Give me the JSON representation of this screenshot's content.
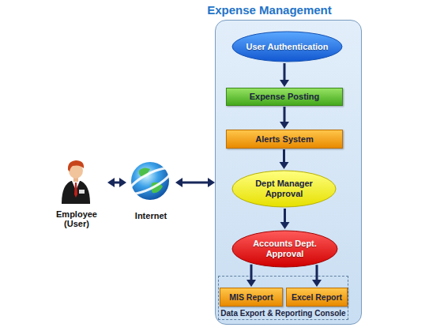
{
  "diagram": {
    "nodes": [
      {
        "text": [
          "Employee (User)"
        ]
      },
      {
        "text": [
          "Internet"
        ]
      },
      {
        "text": [
          "Expense Management"
        ]
      },
      {
        "text": [
          "User Authentication"
        ],
        "in": 2
      },
      {
        "text": [
          "Expense Posting"
        ],
        "in": 2
      },
      {
        "text": [
          "Alerts System"
        ],
        "in": 2
      },
      {
        "text": [
          "Dept Manager Approval"
        ],
        "in": 2
      },
      {
        "text": [
          "Accounts Dept. Approval"
        ],
        "in": 2
      },
      {
        "text": [
          "Data Export & Reporting Console"
        ],
        "in": 2
      },
      {
        "text": [
          "MIS Report"
        ],
        "in": 8
      },
      {
        "text": [
          "Excel Report"
        ],
        "in": 8
      }
    ],
    "edges": [
      {
        "from": 0,
        "to": 1,
        "arrow": "both"
      },
      {
        "from": 1,
        "to": 2,
        "arrow": "both"
      },
      {
        "from": 3,
        "to": 4,
        "arrow": "to"
      },
      {
        "from": 4,
        "to": 5,
        "arrow": "to"
      },
      {
        "from": 5,
        "to": 6,
        "arrow": "to"
      },
      {
        "from": 6,
        "to": 7,
        "arrow": "to"
      },
      {
        "from": 7,
        "to": 9,
        "arrow": "to"
      },
      {
        "from": 7,
        "to": 10,
        "arrow": "to"
      }
    ]
  }
}
